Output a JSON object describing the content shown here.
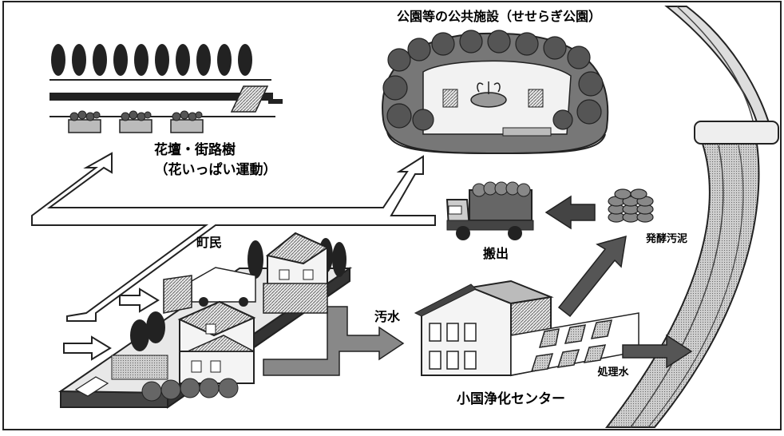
{
  "labels": {
    "park_title": "公園等の公共施設（せせらぎ公園）",
    "flower_line1": "花壇・街路樹",
    "flower_line2": "（花いっぱい運動）",
    "town_residents": "町民",
    "carry_out": "搬出",
    "fermented_sludge": "発酵汚泥",
    "sewage": "汚水",
    "treated_water": "処理水",
    "center": "小国浄化センター"
  }
}
